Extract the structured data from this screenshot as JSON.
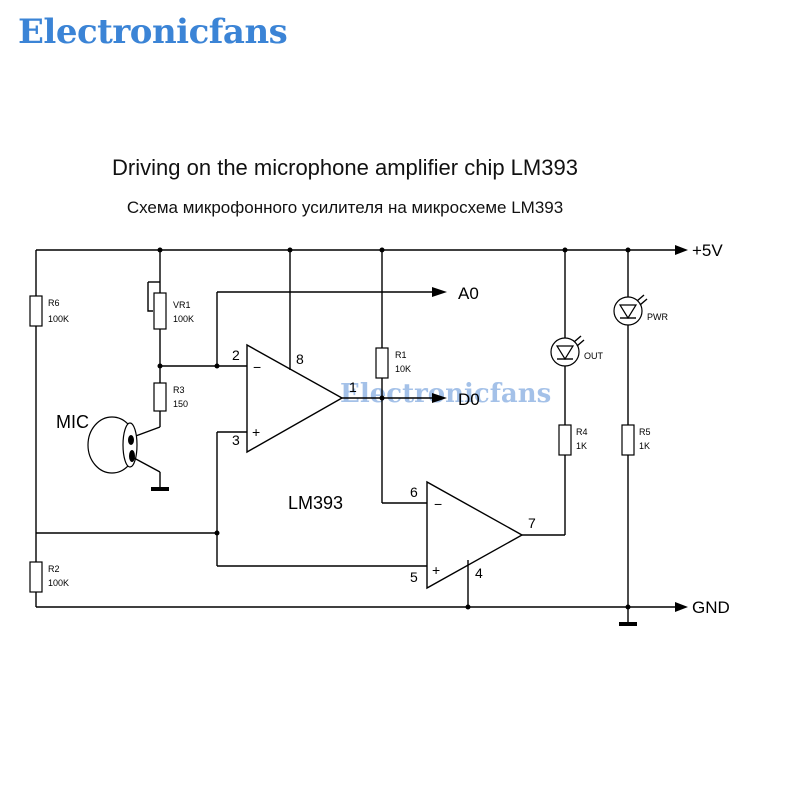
{
  "brand": "Electronicfans",
  "watermark": "Electronicfans",
  "title_en": "Driving on the microphone amplifier chip LM393",
  "title_ru": "Схема микрофонного усилителя на микросхеме LM393",
  "nets": {
    "vcc": "+5V",
    "gnd": "GND",
    "analog_out": "A0",
    "digital_out": "D0"
  },
  "chip": "LM393",
  "mic": "MIC",
  "components": {
    "r6": {
      "ref": "R6",
      "value": "100K"
    },
    "vr1": {
      "ref": "VR1",
      "value": "100K"
    },
    "r3": {
      "ref": "R3",
      "value": "150"
    },
    "r1": {
      "ref": "R1",
      "value": "10K"
    },
    "r2": {
      "ref": "R2",
      "value": "100K"
    },
    "r4": {
      "ref": "R4",
      "value": "1K"
    },
    "r5": {
      "ref": "R5",
      "value": "1K"
    },
    "led_out": "OUT",
    "led_pwr": "PWR"
  },
  "pins": {
    "p2": "2",
    "p3": "3",
    "p8": "8",
    "p1": "1",
    "p6": "6",
    "p5": "5",
    "p4": "4",
    "p7": "7"
  },
  "colors": {
    "brand": "#3b84d6",
    "wire": "#000000"
  }
}
